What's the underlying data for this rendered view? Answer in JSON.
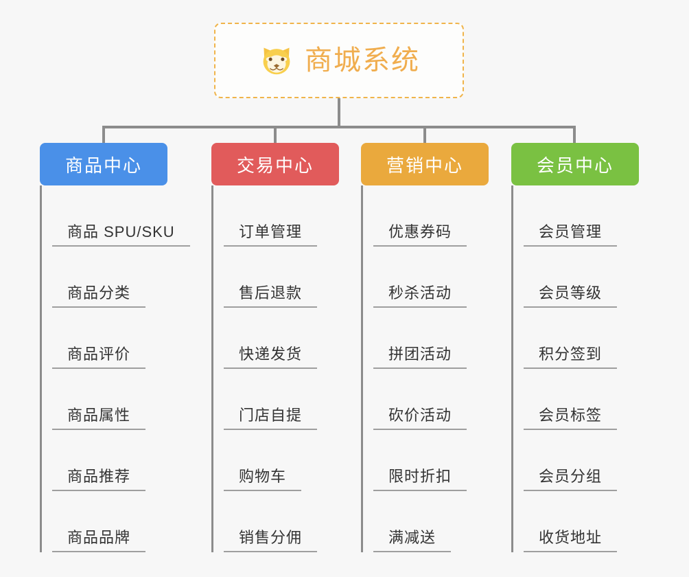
{
  "canvas": {
    "background": "#f7f7f7",
    "connector_color": "#8c8c8c"
  },
  "root": {
    "title": "商城系统",
    "icon": "shiba-dog-face-icon",
    "border_color": "#f0b44a",
    "text_color": "#f0ad4e",
    "background": "#fdfdfc"
  },
  "branches": [
    {
      "label": "商品中心",
      "color": "#4a90e8",
      "items": [
        "商品 SPU/SKU",
        "商品分类",
        "商品评价",
        "商品属性",
        "商品推荐",
        "商品品牌"
      ]
    },
    {
      "label": "交易中心",
      "color": "#e15b5b",
      "items": [
        "订单管理",
        "售后退款",
        "快递发货",
        "门店自提",
        "购物车",
        "销售分佣"
      ]
    },
    {
      "label": "营销中心",
      "color": "#eaa93d",
      "items": [
        "优惠券码",
        "秒杀活动",
        "拼团活动",
        "砍价活动",
        "限时折扣",
        "满减送"
      ]
    },
    {
      "label": "会员中心",
      "color": "#7ac142",
      "items": [
        "会员管理",
        "会员等级",
        "积分签到",
        "会员标签",
        "会员分组",
        "收货地址"
      ]
    }
  ]
}
